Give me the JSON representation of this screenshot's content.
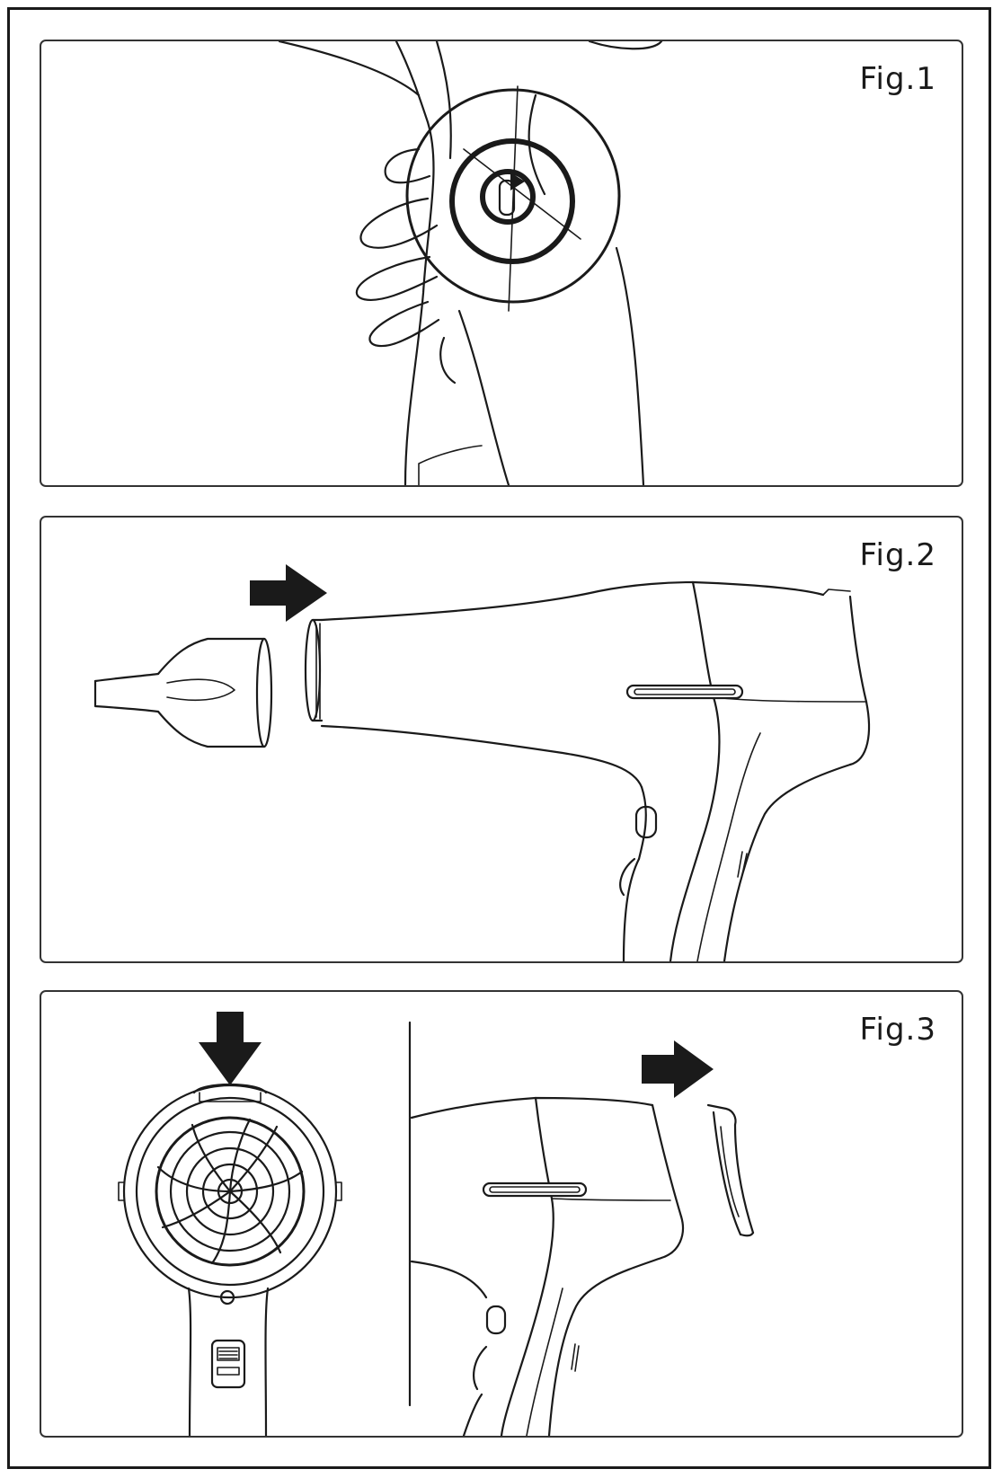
{
  "figures": [
    {
      "id": "fig1",
      "label": "Fig.1"
    },
    {
      "id": "fig2",
      "label": "Fig.2"
    },
    {
      "id": "fig3",
      "label": "Fig.3"
    }
  ],
  "colors": {
    "line": "#1a1a1a",
    "border": "#333333",
    "background": "#ffffff"
  },
  "icons": {
    "fig1": [
      "hand-icon",
      "hair-dryer-handle-icon",
      "button-highlight-icon"
    ],
    "fig2": [
      "arrow-right-icon",
      "nozzle-icon",
      "hair-dryer-icon"
    ],
    "fig3": [
      "arrow-down-icon",
      "hair-dryer-rear-view-icon",
      "air-filter-grille-icon",
      "arrow-right-icon",
      "hair-dryer-side-icon",
      "filter-cover-icon"
    ]
  }
}
